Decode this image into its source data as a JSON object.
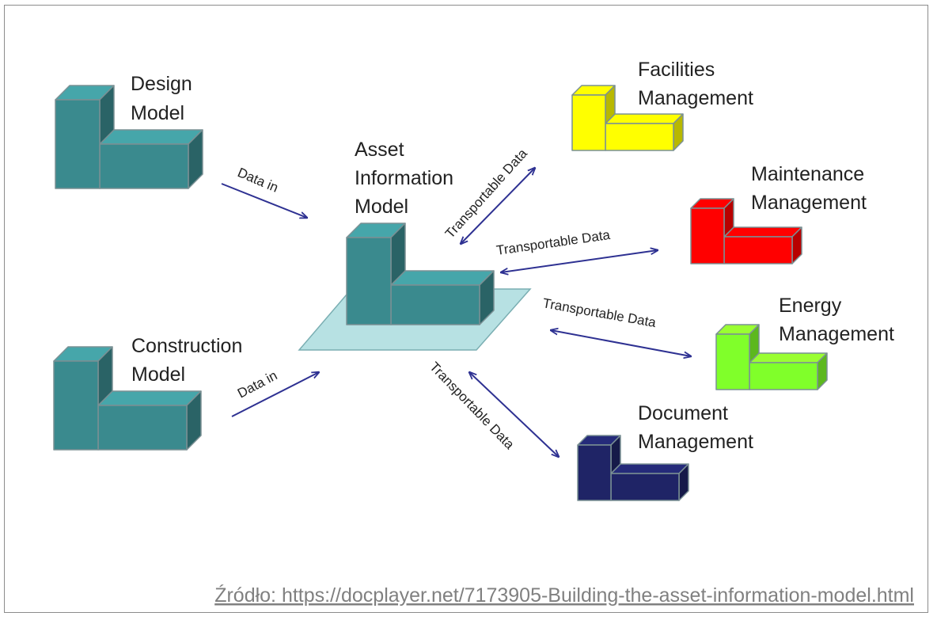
{
  "nodes": {
    "design": {
      "line1": "Design",
      "line2": "Model",
      "color": "#3a8a8e"
    },
    "construction": {
      "line1": "Construction",
      "line2": "Model",
      "color": "#3a8a8e"
    },
    "asset": {
      "line1": "Asset",
      "line2": "Information",
      "line3": "Model",
      "color": "#3a8a8e",
      "base_color": "#b7e1e3"
    },
    "facilities": {
      "line1": "Facilities",
      "line2": "Management",
      "color": "#ffff00"
    },
    "maintenance": {
      "line1": "Maintenance",
      "line2": "Management",
      "color": "#ff0000"
    },
    "energy": {
      "line1": "Energy",
      "line2": "Management",
      "color": "#80ff2a"
    },
    "document": {
      "line1": "Document",
      "line2": "Management",
      "color": "#1f2466"
    }
  },
  "edges": {
    "design_in": "Data in",
    "construction_in": "Data in",
    "facilities": "Transportable Data",
    "maintenance": "Transportable Data",
    "energy": "Transportable Data",
    "document": "Transportable Data"
  },
  "arrow_color": "#2e3192",
  "source": "Źródło: https://docplayer.net/7173905-Building-the-asset-information-model.html"
}
